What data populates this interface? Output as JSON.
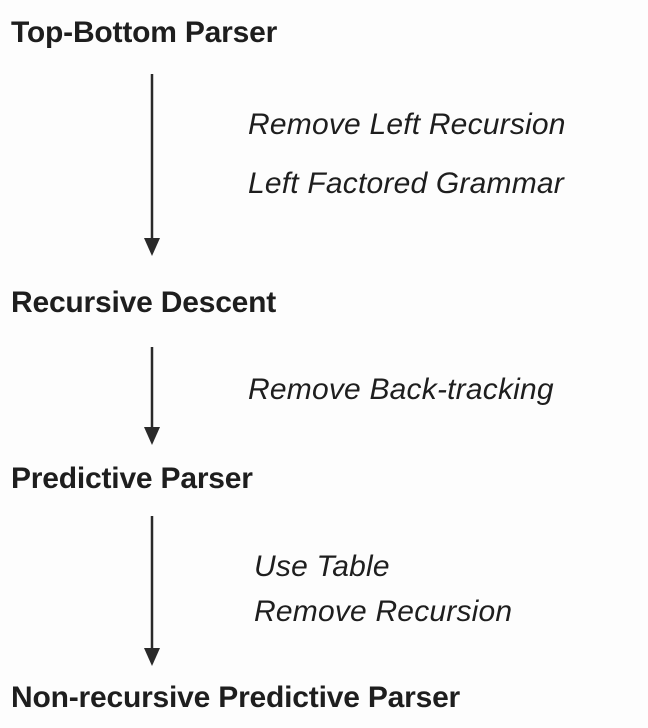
{
  "stages": [
    "Top-Bottom Parser",
    "Recursive Descent",
    "Predictive Parser",
    "Non-recursive Predictive Parser"
  ],
  "transitions": [
    {
      "steps": [
        "Remove Left Recursion",
        "Left Factored Grammar"
      ]
    },
    {
      "steps": [
        "Remove Back-tracking"
      ]
    },
    {
      "steps": [
        "Use Table",
        "Remove Recursion"
      ]
    }
  ],
  "colors": {
    "background": "#fdfdfd",
    "text": "#1e1e1e",
    "arrow": "#2a2a2a"
  }
}
